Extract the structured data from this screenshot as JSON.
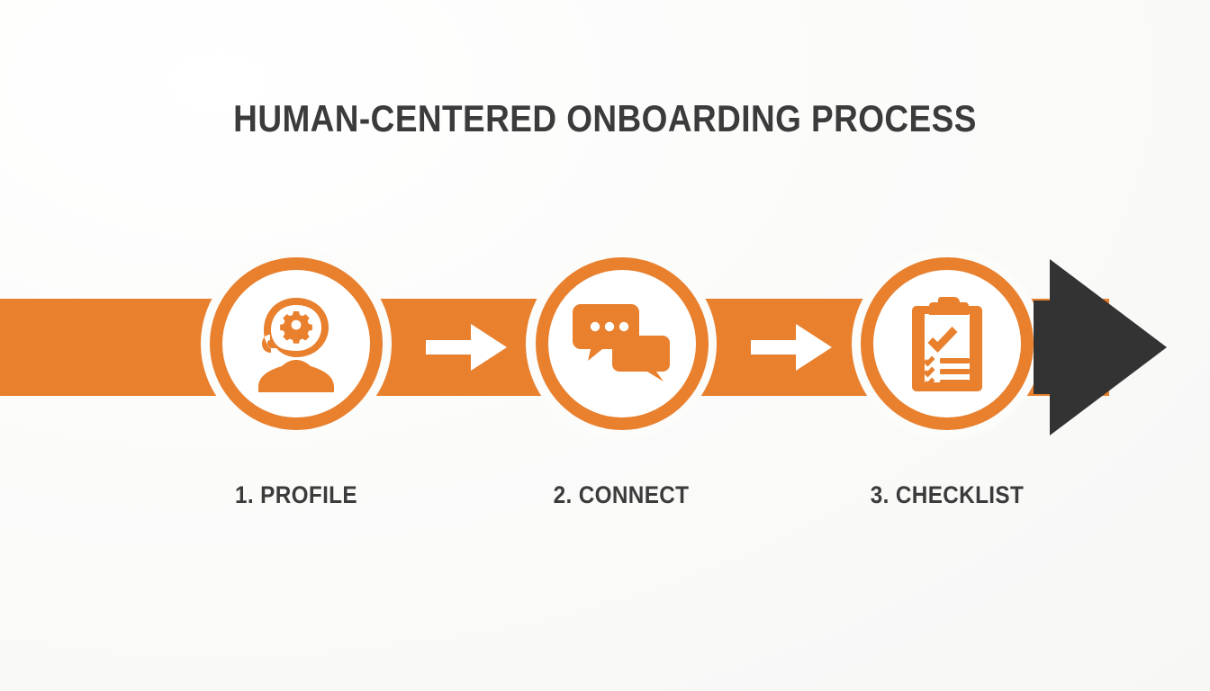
{
  "page": {
    "title": "HUMAN-CENTERED ONBOARDING PROCESS",
    "background_color": "#fcfcfb",
    "accent_color": "#e8802e",
    "text_color": "#3b3b3b",
    "endcap_color": "#333333"
  },
  "process": {
    "band_color": "#e8802e",
    "steps": [
      {
        "label": "1. PROFILE",
        "icon": "head-with-gear-icon",
        "number": "1",
        "name": "PROFILE"
      },
      {
        "label": "2. CONNECT",
        "icon": "speech-bubbles-icon",
        "number": "2",
        "name": "CONNECT"
      },
      {
        "label": "3. CHECKLIST",
        "icon": "clipboard-checklist-icon",
        "number": "3",
        "name": "CHECKLIST"
      }
    ],
    "connectors": [
      {
        "icon": "arrow-right-icon",
        "color": "#ffffff"
      },
      {
        "icon": "arrow-right-icon",
        "color": "#ffffff"
      }
    ],
    "endcap": {
      "icon": "arrow-head-right-icon",
      "color": "#333333"
    }
  }
}
